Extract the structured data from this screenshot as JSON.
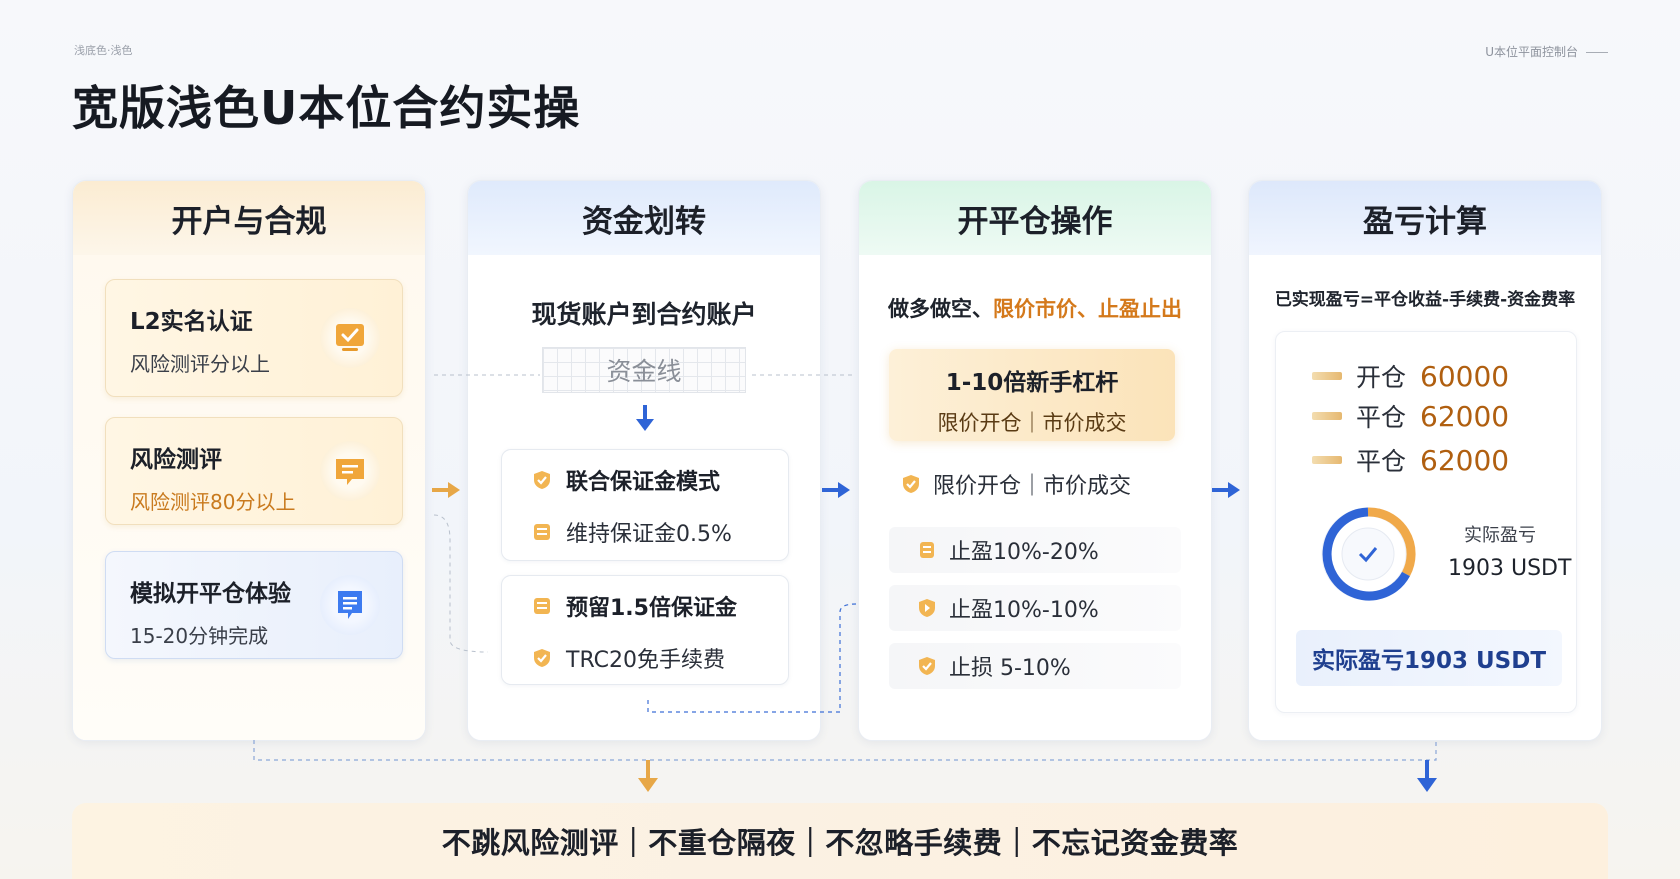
{
  "top_left_tag": "浅底色·浅色",
  "top_right_tag": "U本位平面控制台",
  "title": "宽版浅色U本位合约实操",
  "col1": {
    "header": "开户与合规",
    "cards": [
      {
        "title": "L2实名认证",
        "sub": "风险测评分以上",
        "icon": "checkmark-screen-icon"
      },
      {
        "title": "风险测评",
        "sub": "风险测评80分以上",
        "icon": "message-icon"
      },
      {
        "title": "模拟开平仓体验",
        "sub": "15-20分钟完成",
        "icon": "document-icon"
      }
    ]
  },
  "col2": {
    "header": "资金划转",
    "sub": "现货账户到合约账户",
    "grid_label": "资金线",
    "box1": [
      {
        "text": "联合保证金模式",
        "icon": "shield-check-icon"
      },
      {
        "text": "维持保证金0.5%",
        "icon": "list-icon"
      }
    ],
    "box2": [
      {
        "text": "预留1.5倍保证金",
        "icon": "list-icon"
      },
      {
        "text": "TRC20免手续费",
        "icon": "shield-check-icon"
      }
    ]
  },
  "col3": {
    "header": "开平仓操作",
    "sub_a": "做多做空、",
    "sub_b": "限价市价、止盈止出",
    "leverage_title": "1-10倍新手杠杆",
    "leverage_sub": "限价开仓｜市价成交",
    "row_plain": "限价开仓｜市价成交",
    "rows": [
      "止盈10%-20%",
      "止盈10%-10%",
      "止损  5-10%"
    ]
  },
  "col4": {
    "header": "盈亏计算",
    "formula": "已实现盈亏=平仓收益-手续费-资金费率",
    "prices": [
      {
        "label": "开仓",
        "value": "60000"
      },
      {
        "label": "平仓",
        "value": "62000"
      },
      {
        "label": "平仓",
        "value": "62000"
      }
    ],
    "actual_label": "实际盈亏",
    "actual_value": "1903 USDT",
    "summary_button": "实际盈亏1903 USDT"
  },
  "footer": "不跳风险测评｜不重仓隔夜｜不忽略手续费｜不忘记资金费率",
  "colors": {
    "orange": "#d4791b",
    "blue": "#2f64d6",
    "gold": "#e7a747"
  }
}
